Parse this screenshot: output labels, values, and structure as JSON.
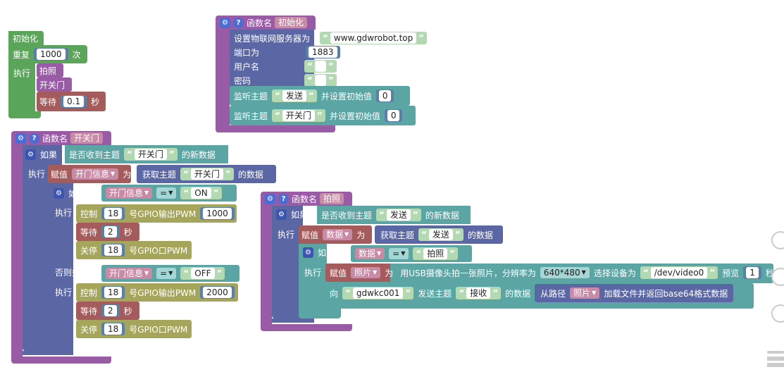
{
  "colors": {
    "loop": "#5ba55b",
    "proc": "#995ba5",
    "logic": "#5b67a5",
    "iot": "#5ba5a5",
    "var": "#a55b5b",
    "gpio": "#a5a55b"
  },
  "icons": {
    "gear": "gear-icon",
    "help": "help-icon"
  },
  "init_block": {
    "title": "初始化",
    "repeat_label": "重复",
    "repeat_value": "1000",
    "repeat_unit": "次",
    "do_label": "执行",
    "call1": "拍照",
    "call2": "开关门",
    "wait_label": "等待",
    "wait_value": "0.1",
    "wait_unit": "秒"
  },
  "func_init": {
    "func_label": "函数名",
    "func_name": "初始化",
    "server_label": "设置物联网服务器为",
    "server_value": "www.gdwrobot.top",
    "port_label": "端口为",
    "port_value": "1883",
    "user_label": "用户名",
    "pass_label": "密码",
    "listen_label": "监听主题",
    "listen1_topic": "发送",
    "listen2_topic": "开关门",
    "init_value_label": "并设置初始值",
    "init_value": "0"
  },
  "func_door": {
    "func_label": "函数名",
    "func_name": "开关门",
    "if_label": "如果",
    "received_label": "是否收到主题",
    "topic": "开关门",
    "new_data": "的新数据",
    "do_label": "执行",
    "assign_label": "赋值",
    "var_name": "开门信息",
    "as_label": "为",
    "get_topic_label": "获取主题",
    "of_data": "的数据",
    "eq": "=",
    "on_value": "ON",
    "off_value": "OFF",
    "else_if_label": "否则如果",
    "control_label": "控制",
    "pin": "18",
    "pwm_label": "号GPIO输出PWM",
    "pwm_on": "1000",
    "pwm_off": "2000",
    "wait_label": "等待",
    "wait_value": "2",
    "wait_unit": "秒",
    "stop_label": "关停",
    "stop_pwm_label": "号GPIO口PWM"
  },
  "func_photo": {
    "func_label": "函数名",
    "func_name": "拍照",
    "if_label": "如果",
    "received_label": "是否收到主题",
    "topic": "发送",
    "new_data": "的新数据",
    "do_label": "执行",
    "assign_label": "赋值",
    "var_name": "数据",
    "as_label": "为",
    "get_topic_label": "获取主题",
    "of_data": "的数据",
    "eq": "=",
    "photo_value": "拍照",
    "photo_var": "照片",
    "capture_label": "用USB摄像头拍一张照片，分辨率为",
    "resolution": "640*480",
    "device_label": "选择设备为",
    "device": "/dev/video0",
    "preview_label": "预览",
    "preview_value": "1",
    "preview_unit": "秒",
    "to_label": "向",
    "client": "gdwkc001",
    "send_topic_label": "发送主题",
    "send_topic": "接收",
    "data_label": "的数据",
    "path_label": "从路径",
    "path_var": "照片",
    "load_label": "加载文件并返回base64格式数据"
  }
}
